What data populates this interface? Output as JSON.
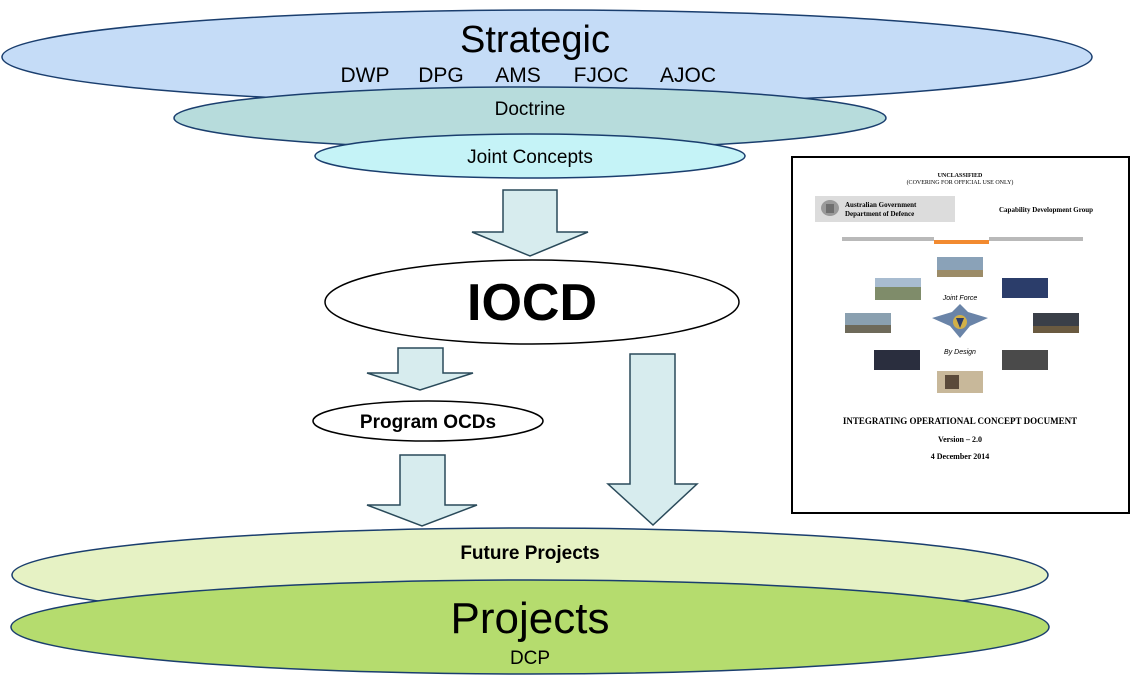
{
  "strategic": {
    "title": "Strategic",
    "items": [
      "DWP",
      "DPG",
      "AMS",
      "FJOC",
      "AJOC"
    ],
    "fill": "#c5dcf7"
  },
  "doctrine": {
    "label": "Doctrine",
    "fill": "#b7dcdc"
  },
  "joint_concepts": {
    "label": "Joint Concepts",
    "fill": "#c5f3f7"
  },
  "iocd": {
    "label": "IOCD"
  },
  "program_ocds": {
    "label": "Program OCDs"
  },
  "future_projects": {
    "label": "Future Projects",
    "fill": "#e6f2c4"
  },
  "projects": {
    "title": "Projects",
    "subtitle": "DCP",
    "fill": "#b5dc6e"
  },
  "arrow_fill": "#d7ecee",
  "document": {
    "classification": "UNCLASSIFIED",
    "caveat": "(COVERING FOR OFFICIAL USE ONLY)",
    "gov_line1": "Australian Government",
    "gov_line2": "Department of Defence",
    "group": "Capability Development Group",
    "motto_top": "Joint Force",
    "motto_bottom": "By Design",
    "title": "INTEGRATING OPERATIONAL CONCEPT DOCUMENT",
    "version": "Version – 2.0",
    "date": "4 December 2014",
    "accent_color": "#f28a30"
  }
}
